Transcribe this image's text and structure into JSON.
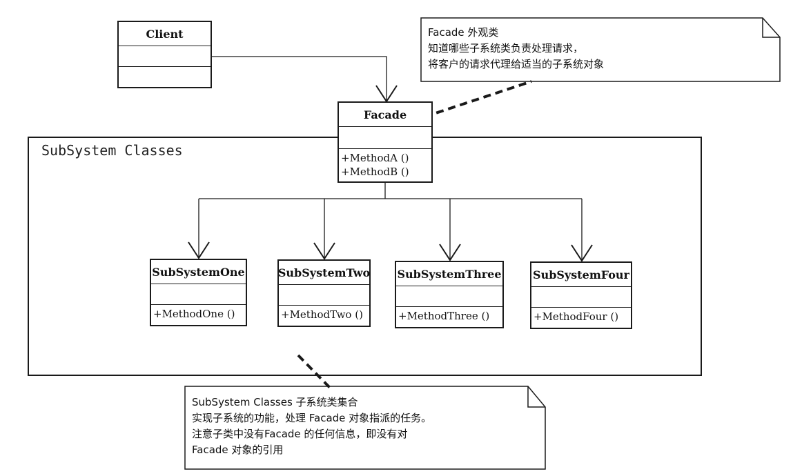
{
  "diagram": {
    "classes": {
      "client": {
        "name": "Client",
        "operations": []
      },
      "facade": {
        "name": "Facade",
        "operations": [
          "+MethodA ()",
          "+MethodB ()"
        ]
      },
      "subsystem_one": {
        "name": "SubSystemOne",
        "operations": [
          "+MethodOne ()"
        ]
      },
      "subsystem_two": {
        "name": "SubSystemTwo",
        "operations": [
          "+MethodTwo ()"
        ]
      },
      "subsystem_three": {
        "name": "SubSystemThree",
        "operations": [
          "+MethodThree ()"
        ]
      },
      "subsystem_four": {
        "name": "SubSystemFour",
        "operations": [
          "+MethodFour ()"
        ]
      }
    },
    "package_label": "SubSystem Classes",
    "notes": {
      "facade_note": {
        "lines": [
          "Facade  外观类",
          "知道哪些子系统类负责处理请求，",
          "将客户的请求代理给适当的子系统对象"
        ]
      },
      "subsystem_note": {
        "lines": [
          "SubSystem Classes   子系统类集合",
          "实现子系统的功能，处理 Facade 对象指派的任务。",
          "注意子类中没有Facade 的任何信息，即没有对",
          "Facade 对象的引用"
        ]
      }
    },
    "line_color": "#1a1a1a"
  }
}
